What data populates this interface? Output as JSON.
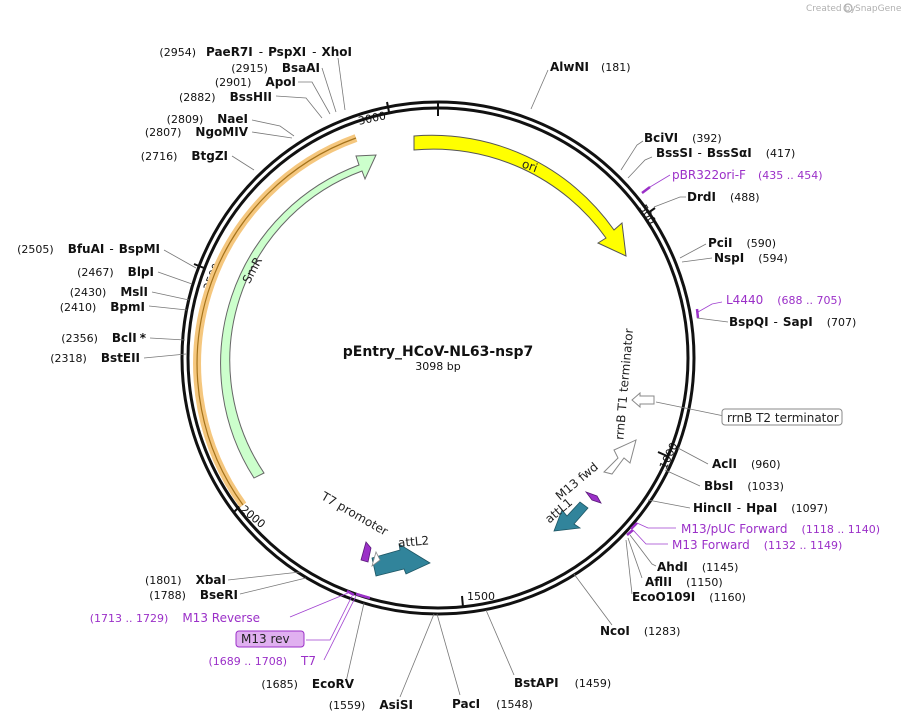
{
  "credit": {
    "created_by": "Created by",
    "app": "SnapGene"
  },
  "plasmid": {
    "name": "pEntry_HCoV-NL63-nsp7",
    "size": "3098 bp"
  },
  "ticks": [
    "500",
    "1000",
    "1500",
    "2000",
    "2500",
    "3000"
  ],
  "features": {
    "ori": "ori",
    "smr": "SmR",
    "rrnb_t1": "rrnB T1 terminator",
    "rrnb_t2": "rrnB T2 terminator",
    "m13fwd": "M13 fwd",
    "attl1": "attL1",
    "attl2": "attL2",
    "t7promoter": "T7 promoter",
    "m13rev": "M13 rev"
  },
  "sites": {
    "alwni": {
      "name": "AlwNI",
      "pos": "(181)"
    },
    "bcivi": {
      "name": "BciVI",
      "pos": "(392)"
    },
    "bsssi": {
      "name": "BssSI",
      "sep": "-",
      "name2": "BssSαI",
      "pos": "(417)"
    },
    "drdi": {
      "name": "DrdI",
      "pos": "(488)"
    },
    "pcii": {
      "name": "PciI",
      "pos": "(590)"
    },
    "nspi": {
      "name": "NspI",
      "pos": "(594)"
    },
    "bspqi": {
      "name": "BspQI",
      "sep": "-",
      "name2": "SapI",
      "pos": "(707)"
    },
    "acli": {
      "name": "AclI",
      "pos": "(960)"
    },
    "bbsi": {
      "name": "BbsI",
      "pos": "(1033)"
    },
    "hincii": {
      "name": "HincII",
      "sep": "-",
      "name2": "HpaI",
      "pos": "(1097)"
    },
    "ahdi": {
      "name": "AhdI",
      "pos": "(1145)"
    },
    "aflii": {
      "name": "AflII",
      "pos": "(1150)"
    },
    "ecoo109i": {
      "name": "EcoO109I",
      "pos": "(1160)"
    },
    "ncoi": {
      "name": "NcoI",
      "pos": "(1283)"
    },
    "bstapi": {
      "name": "BstAPI",
      "pos": "(1459)"
    },
    "paci": {
      "name": "PacI",
      "pos": "(1548)"
    },
    "asisi": {
      "name": "AsiSI",
      "pos": "(1559)"
    },
    "ecorv": {
      "name": "EcoRV",
      "pos": "(1685)"
    },
    "bseri": {
      "name": "BseRI",
      "pos": "(1788)"
    },
    "xbai": {
      "name": "XbaI",
      "pos": "(1801)"
    },
    "bsteii": {
      "name": "BstEII",
      "pos": "(2318)"
    },
    "bcli": {
      "name": "BclI",
      "star": "*",
      "pos": "(2356)"
    },
    "bpmi": {
      "name": "BpmI",
      "pos": "(2410)"
    },
    "msli": {
      "name": "MslI",
      "pos": "(2430)"
    },
    "blpi": {
      "name": "BlpI",
      "pos": "(2467)"
    },
    "bfuai": {
      "name": "BfuAI",
      "sep": "-",
      "name2": "BspMI",
      "pos": "(2505)"
    },
    "btgzi": {
      "name": "BtgZI",
      "pos": "(2716)"
    },
    "ngomiv": {
      "name": "NgoMIV",
      "pos": "(2807)"
    },
    "naei": {
      "name": "NaeI",
      "pos": "(2809)"
    },
    "bsshii": {
      "name": "BssHII",
      "pos": "(2882)"
    },
    "apoi": {
      "name": "ApoI",
      "pos": "(2901)"
    },
    "bsaai": {
      "name": "BsaAI",
      "pos": "(2915)"
    },
    "paer7i": {
      "name": "PaeR7I",
      "sep": "-",
      "name2": "PspXI",
      "sep2": "-",
      "name3": "XhoI",
      "pos": "(2954)"
    }
  },
  "primers": {
    "pbr322": {
      "name": "pBR322ori-F",
      "range": "(435 .. 454)"
    },
    "l4440": {
      "name": "L4440",
      "range": "(688 .. 705)"
    },
    "m13puc": {
      "name": "M13/pUC Forward",
      "range": "(1118 .. 1140)"
    },
    "m13forward": {
      "name": "M13 Forward",
      "range": "(1132 .. 1149)"
    },
    "m13reverse": {
      "name": "M13 Reverse",
      "range": "(1713 .. 1729)"
    },
    "t7": {
      "name": "T7",
      "range": "(1689 .. 1708)"
    }
  },
  "colors": {
    "ori": "#ffff00",
    "smr": "#ccffcc",
    "smr_highlight": "#f5c77e",
    "att": "#31849b",
    "primer": "#9b30c8",
    "m13rev_box": "#e0b0f0"
  }
}
